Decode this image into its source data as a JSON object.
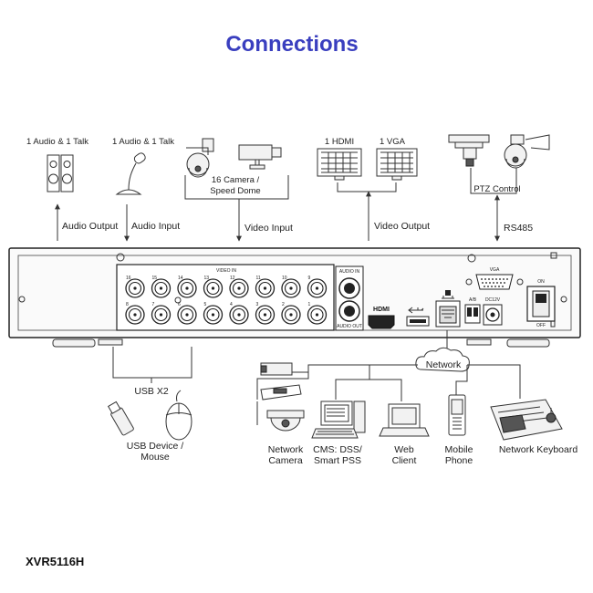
{
  "title": "Connections",
  "model": "XVR5116H",
  "top_labels": {
    "audio_talk_1": "1 Audio  & 1 Talk",
    "audio_talk_2": "1 Audio & 1 Talk",
    "camera_line1": "16  Camera /",
    "camera_line2": "Speed Dome",
    "hdmi": "1 HDMI",
    "vga": "1 VGA",
    "ptz": "PTZ Control"
  },
  "arrow_labels": {
    "audio_output": "Audio  Output",
    "audio_input": "Audio  Input",
    "video_input": "Video Input",
    "video_output": "Video Output",
    "rs485": "RS485"
  },
  "panel_labels": {
    "video_in": "VIDEO IN",
    "audio_in": "AUDIO IN",
    "audio_out": "AUDIO OUT",
    "vga": "VGA",
    "hdmi": "HDMI",
    "ab": "A/B",
    "dc": "DC12V",
    "on": "ON",
    "off": "OFF",
    "bnc_top": [
      "16",
      "15",
      "14",
      "13",
      "12",
      "11",
      "10",
      "9"
    ],
    "bnc_bottom": [
      "8",
      "7",
      "6",
      "5",
      "4",
      "3",
      "2",
      "1"
    ]
  },
  "bottom_labels": {
    "usb": "USB X2",
    "usb_device_line1": "USB Device /",
    "usb_device_line2": "Mouse",
    "network": "Network",
    "network_camera_line1": "Network",
    "network_camera_line2": "Camera",
    "cms_line1": "CMS: DSS/",
    "cms_line2": "Smart PSS",
    "web_line1": "Web",
    "web_line2": "Client",
    "mobile_line1": "Mobile",
    "mobile_line2": "Phone",
    "keyboard": "Network Keyboard"
  }
}
